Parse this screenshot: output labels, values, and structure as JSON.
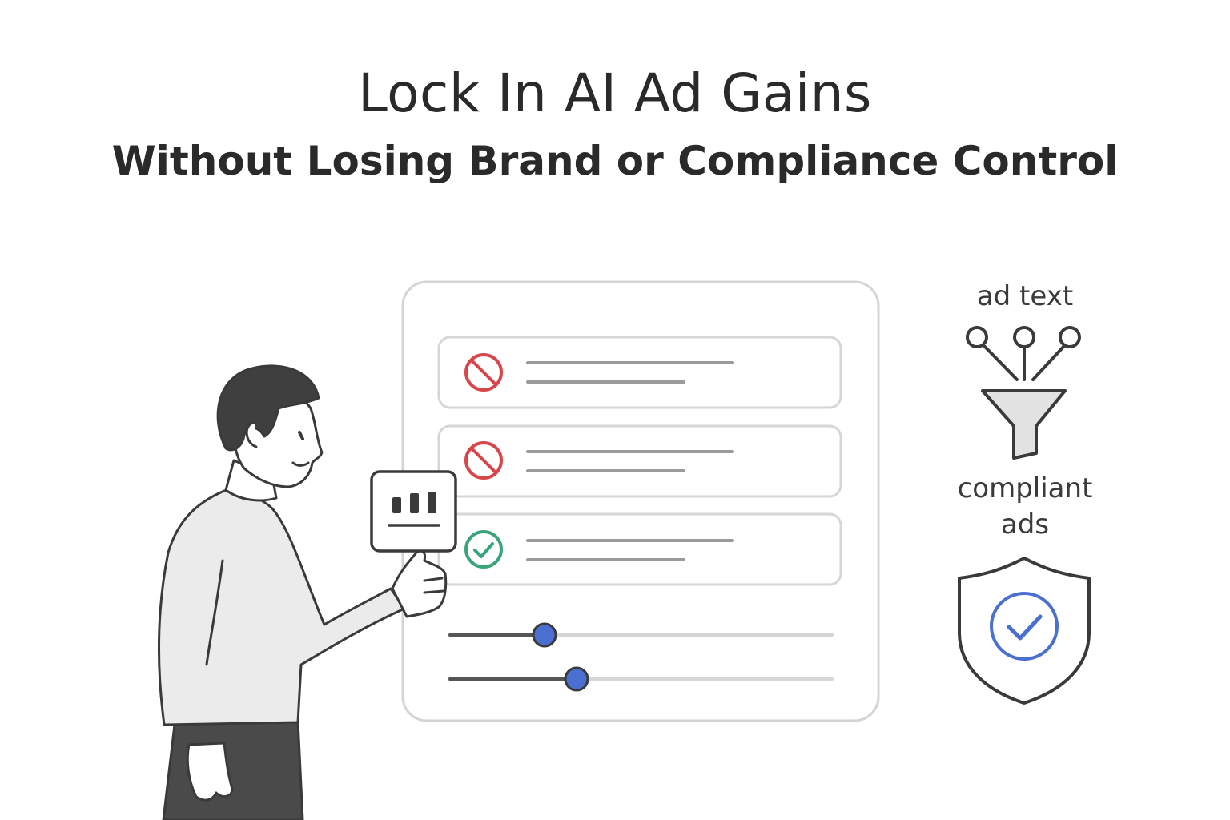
{
  "header": {
    "title": "Lock In AI Ad Gains",
    "subtitle": "Without Losing Brand or Compliance Control"
  },
  "pipeline": {
    "input_label": "ad text",
    "output_label": "compliant ads",
    "funnel_icon": "funnel-icon",
    "shield_icon": "shield-check-icon"
  },
  "review_panel": {
    "items": [
      {
        "status": "rejected",
        "icon": "prohibited-icon",
        "color": "#d9464a"
      },
      {
        "status": "rejected",
        "icon": "prohibited-icon",
        "color": "#d9464a"
      },
      {
        "status": "approved",
        "icon": "check-circle-icon",
        "color": "#3aa57a"
      }
    ],
    "sliders": [
      {
        "value": 0.25
      },
      {
        "value": 0.33
      }
    ]
  },
  "colors": {
    "accent": "#4a6fd1",
    "reject": "#d9464a",
    "approve": "#3aa57a",
    "outline": "#3a3a3a",
    "panel_border": "#d4d4d4"
  }
}
